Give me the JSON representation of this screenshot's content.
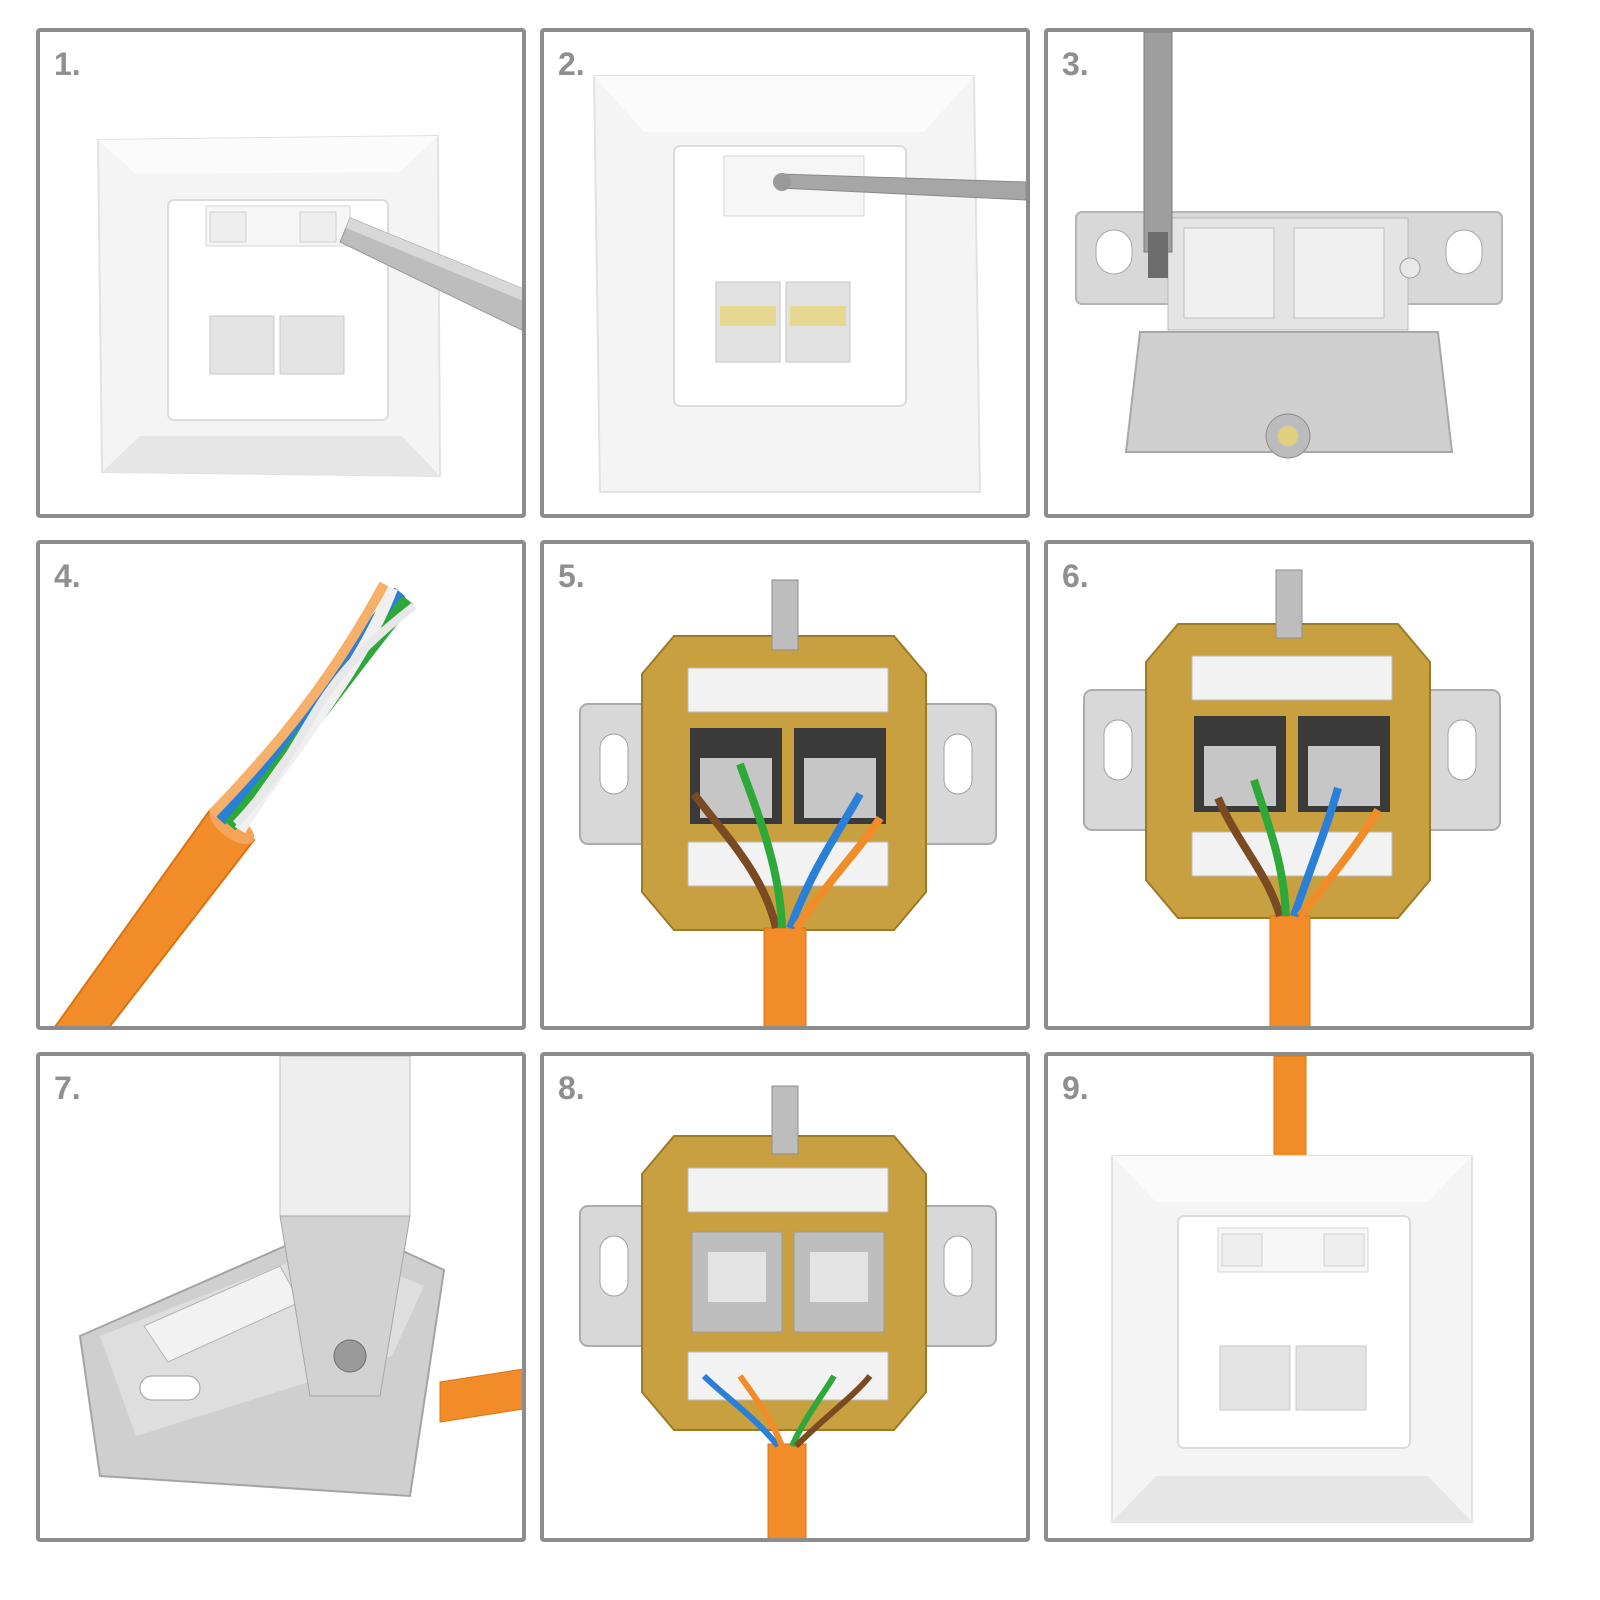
{
  "steps": [
    {
      "label": "1.",
      "illustration": "faceplate-removal"
    },
    {
      "label": "2.",
      "illustration": "unscrew-frame"
    },
    {
      "label": "3.",
      "illustration": "screw-housing"
    },
    {
      "label": "4.",
      "illustration": "stripped-cable"
    },
    {
      "label": "5.",
      "illustration": "wires-in-module"
    },
    {
      "label": "6.",
      "illustration": "wires-sorted"
    },
    {
      "label": "7.",
      "illustration": "punch-down"
    },
    {
      "label": "8.",
      "illustration": "wired-module"
    },
    {
      "label": "9.",
      "illustration": "finished-socket"
    }
  ],
  "colors": {
    "border": "#8c8c8c",
    "label": "#8f8f8f",
    "cable": "#f28c28",
    "faceplate": "#f3f3f3",
    "metal": "#c9c9c9",
    "board": "#c9a040"
  }
}
